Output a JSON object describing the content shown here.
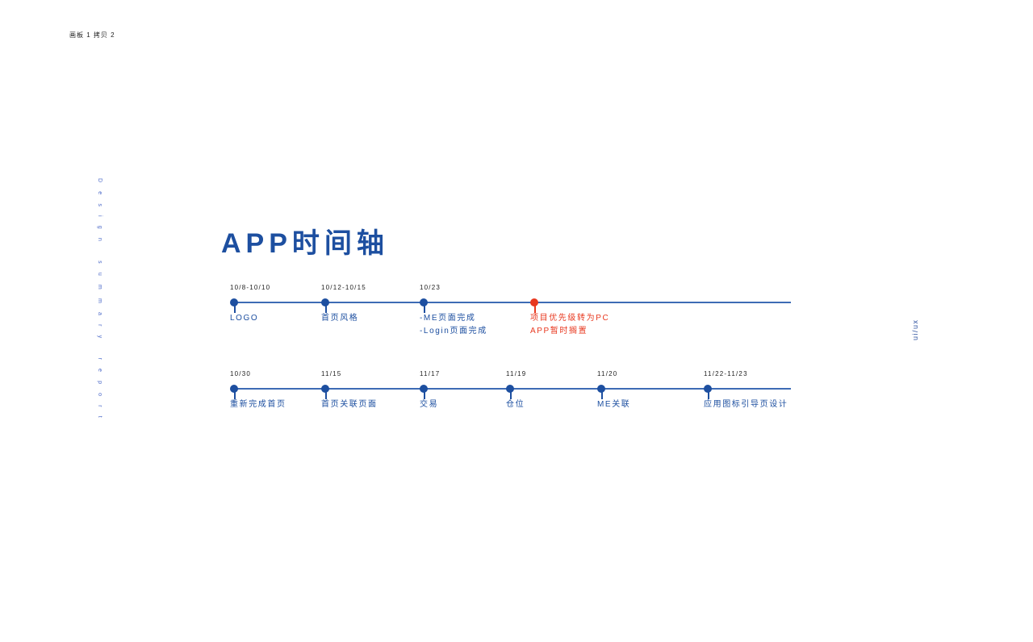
{
  "artboard_label": "画板 1 拷贝 2",
  "side_left_text": "Design summary report",
  "side_right_text": "ui/ux",
  "title": "APP时间轴",
  "colors": {
    "primary": "#1d4fa0",
    "track": "#3d6bb5",
    "alert": "#e8381f",
    "text_dark": "#222222"
  },
  "timelines": [
    {
      "nodes": [
        {
          "date": "10/8-10/10",
          "labels": [
            "LOGO"
          ],
          "alert": false
        },
        {
          "date": "10/12-10/15",
          "labels": [
            "首页风格"
          ],
          "alert": false
        },
        {
          "date": "10/23",
          "labels": [
            "-ME页面完成",
            "-Login页面完成"
          ],
          "alert": false
        },
        {
          "date": "",
          "labels": [
            "项目优先级转为PC",
            "APP暂时搁置"
          ],
          "alert": true
        }
      ]
    },
    {
      "nodes": [
        {
          "date": "10/30",
          "labels": [
            "重新完成首页"
          ],
          "alert": false
        },
        {
          "date": "11/15",
          "labels": [
            "首页关联页面"
          ],
          "alert": false
        },
        {
          "date": "11/17",
          "labels": [
            "交易"
          ],
          "alert": false
        },
        {
          "date": "11/19",
          "labels": [
            "仓位"
          ],
          "alert": false
        },
        {
          "date": "11/20",
          "labels": [
            "ME关联"
          ],
          "alert": false
        },
        {
          "date": "11/22-11/23",
          "labels": [
            "应用图标引导页设计"
          ],
          "alert": false
        }
      ]
    }
  ]
}
